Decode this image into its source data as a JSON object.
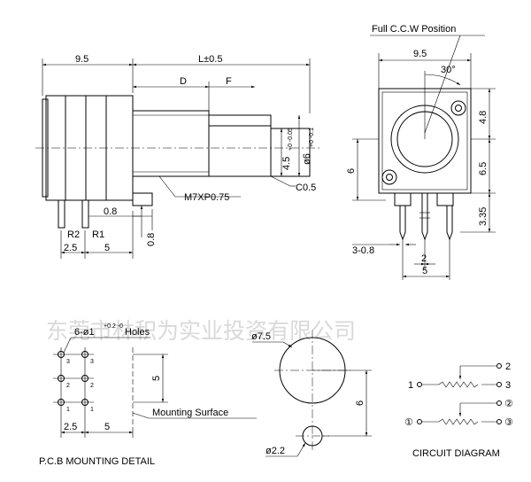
{
  "watermark": "东莞市林积为实业投资有限公司",
  "side_view": {
    "dims": {
      "body_width": "9.5",
      "length": "L±0.5",
      "d": "D",
      "f": "F",
      "thread": "M7XP0.75",
      "chamfer": "C0.5",
      "shaft_dia_a": "4.5",
      "shaft_dia_a_tol": "+0 -0.05",
      "shaft_dia_b": "ø6",
      "shaft_dia_b_tol": "+0 -0.1",
      "pin_offset": "0.8",
      "pin_height": "0.8",
      "r2": "R2",
      "r1": "R1",
      "pitch_a": "2.5",
      "pitch_b": "5"
    }
  },
  "front_view": {
    "title": "Full C.C.W Position",
    "dims": {
      "width": "9.5",
      "angle": "30°",
      "d1": "4.8",
      "d2": "6.5",
      "d3": "3.35",
      "left": "6",
      "pins": "3-0.8",
      "pitch": "2",
      "span": "5"
    }
  },
  "pcb_detail": {
    "holes_prefix": "6-ø1",
    "holes_tol": "+0.2 -0",
    "holes_suffix": "Holes",
    "pin_labels_left": [
      "3",
      "2",
      "1"
    ],
    "pin_labels_right": [
      "3",
      "2",
      "1"
    ],
    "height_dim": "5",
    "pitch_a": "2.5",
    "pitch_b": "5",
    "mounting_surface": "Mounting Surface",
    "title": "P.C.B MOUNTING DETAIL"
  },
  "hole_detail": {
    "big_dia": "ø7.5",
    "small_dia": "ø2.2",
    "spacing": "6"
  },
  "circuit": {
    "top_terminals": [
      "2",
      "1",
      "3"
    ],
    "bottom_terminals": [
      "②",
      "①",
      "③"
    ],
    "title": "CIRCUIT DIAGRAM"
  }
}
